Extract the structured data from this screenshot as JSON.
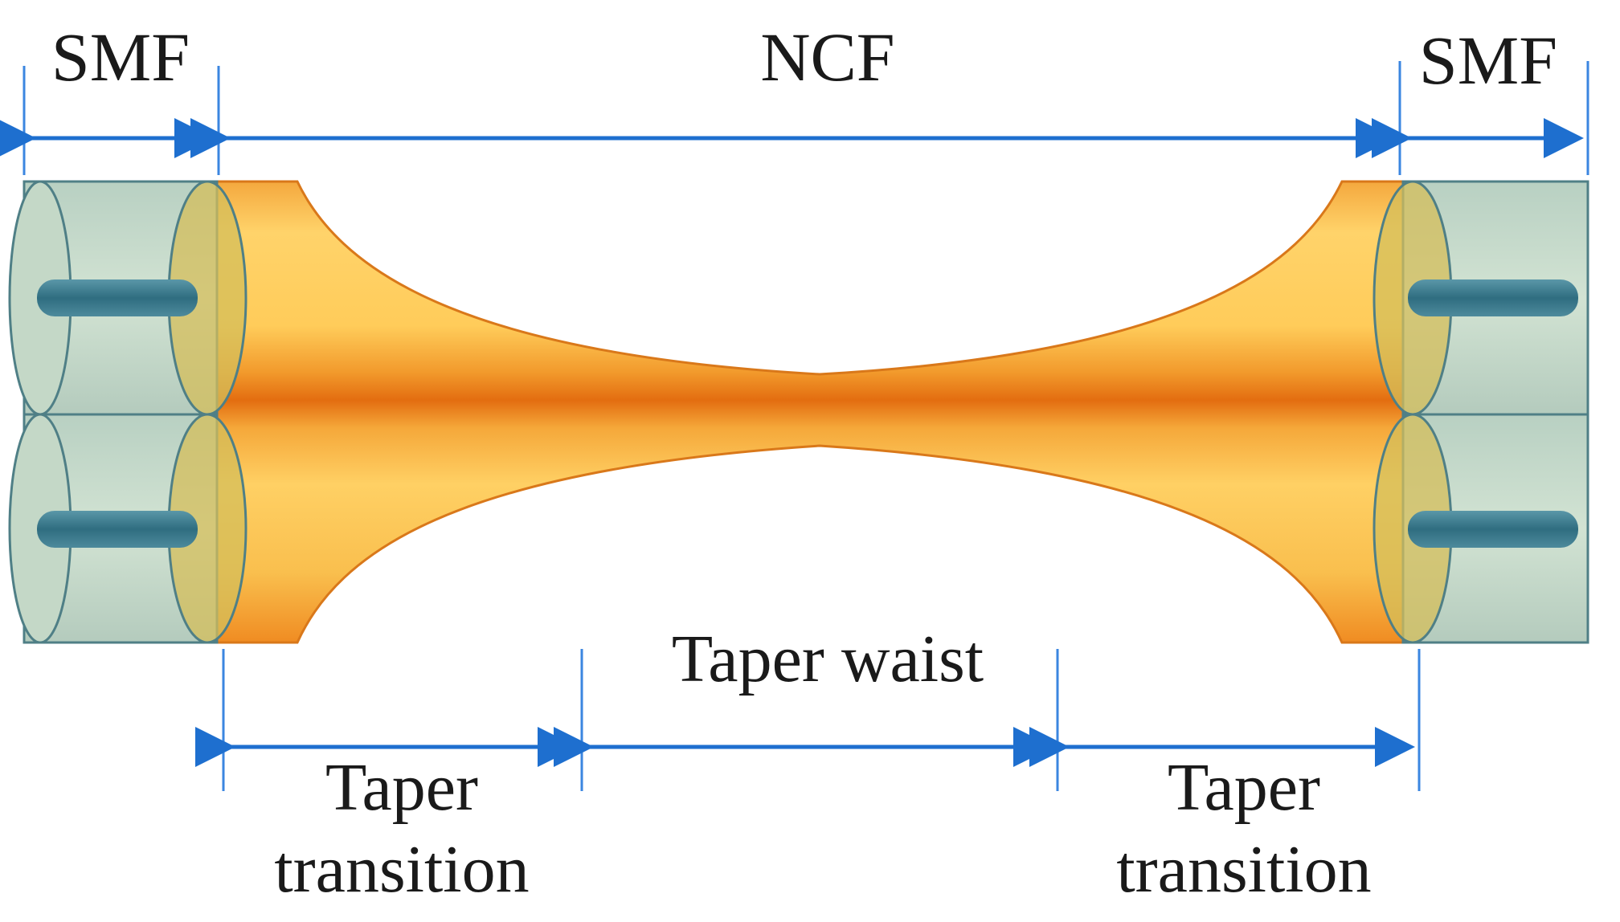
{
  "labels": {
    "smf_left": "SMF",
    "ncf": "NCF",
    "smf_right": "SMF",
    "taper_waist": "Taper waist",
    "taper_transition_left_line1": "Taper",
    "taper_transition_left_line2": "transition",
    "taper_transition_right_line1": "Taper",
    "taper_transition_right_line2": "transition"
  },
  "colors": {
    "arrow_blue": "#1e6fcf",
    "guide_blue": "#3b86e0",
    "smf_cladding": "#c9dccb",
    "smf_core": "#3f7f92",
    "ncf_orange": "#f0a638",
    "ncf_light": "#ffd36a",
    "ncf_dark": "#e36d10"
  }
}
